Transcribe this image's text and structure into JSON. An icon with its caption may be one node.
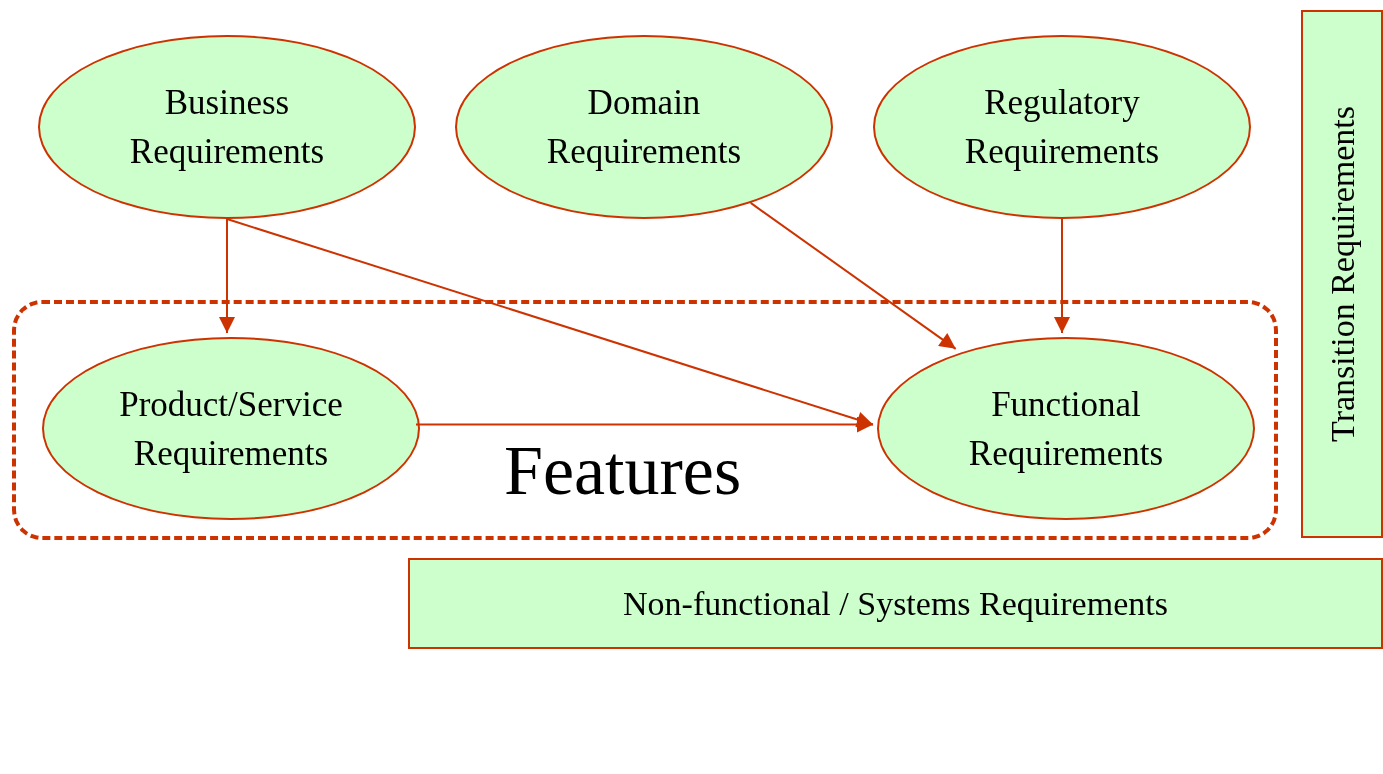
{
  "diagram": {
    "nodes": [
      {
        "text": [
          "Business Requirements"
        ]
      },
      {
        "text": [
          "Domain Requirements"
        ]
      },
      {
        "text": [
          "Regulatory Requirements"
        ]
      },
      {
        "text": [
          "Features"
        ]
      },
      {
        "text": [
          "Product/Service Requirements"
        ],
        "in": 3
      },
      {
        "text": [
          "Functional Requirements"
        ],
        "in": 3
      },
      {
        "text": [
          "Transition Requirements"
        ]
      },
      {
        "text": [
          "Non-functional / Systems Requirements"
        ]
      }
    ],
    "edges": [
      {
        "from": 0,
        "to": 4,
        "arrow": "to"
      },
      {
        "from": 0,
        "to": 5,
        "arrow": "to"
      },
      {
        "from": 1,
        "to": 5,
        "arrow": "to"
      },
      {
        "from": 2,
        "to": 5,
        "arrow": "to"
      },
      {
        "from": 4,
        "to": 5,
        "arrow": "to"
      }
    ]
  }
}
